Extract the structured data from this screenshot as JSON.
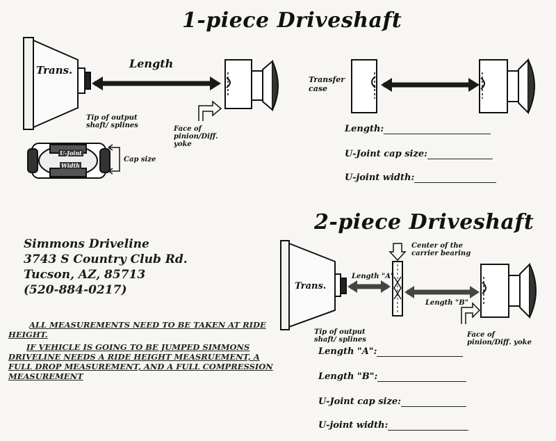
{
  "one_piece": {
    "title": "1-piece Driveshaft",
    "trans_label": "Trans.",
    "length_label": "Length",
    "tip_label": "Tip of output shaft/ splines",
    "face_label": "Face of pinion/Diff. yoke",
    "ujoint_label": "U-Joint",
    "width_label": "Width",
    "cap_size_label": "Cap size",
    "transfer_case_label": "Transfer case",
    "fields": {
      "length": "Length:",
      "cap_size": "U-Joint cap size:",
      "width": "U-joint width:"
    }
  },
  "two_piece": {
    "title": "2-piece Driveshaft",
    "trans_label": "Trans.",
    "length_a_label": "Length \"A\"",
    "length_b_label": "Length \"B\"",
    "center_label": "Center of the carrier bearing",
    "tip_label": "Tip of output shaft/ splines",
    "face_label": "Face of pinion/Diff. yoke",
    "fields": {
      "length_a": "Length \"A\":",
      "length_b": "Length \"B\":",
      "cap_size": "U-Joint cap size:",
      "width": "U-joint width:"
    }
  },
  "company": {
    "name": "Simmons Driveline",
    "street": "3743 S Country Club Rd.",
    "city": "Tucson, AZ, 85713",
    "phone": "(520-884-0217)"
  },
  "notes": {
    "ride_height": "ALL MEASUREMENTS NEED TO BE TAKEN AT RIDE HEIGHT.",
    "jumped": "IF VEHICLE IS GOING TO BE JUMPED SIMMONS DRIVELINE NEEDS A RIDE HEIGHT MEASRUEMENT, A FULL DROP MEASUREMENT, AND A FULL COMPRESSION MEASUREMENT"
  }
}
